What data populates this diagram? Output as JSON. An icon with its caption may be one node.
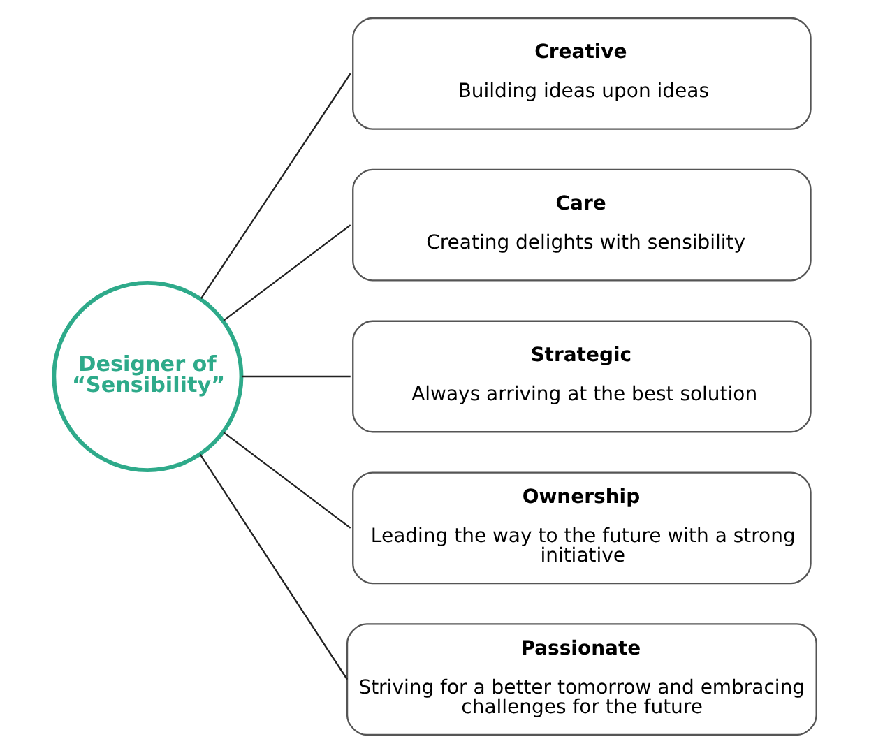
{
  "diagram": {
    "nodes": [
      {
        "text": [
          "Designer of “Sensibility”"
        ]
      },
      {
        "text": [
          "Creative",
          "Building ideas upon ideas"
        ]
      },
      {
        "text": [
          "Care",
          "Creating delights with sensibility"
        ]
      },
      {
        "text": [
          "Strategic",
          "Always arriving at the best solution"
        ]
      },
      {
        "text": [
          "Ownership",
          "Leading the way to the future with a strong initiative"
        ]
      },
      {
        "text": [
          "Passionate",
          "Striving for a better tomorrow and embracing challenges for the future"
        ]
      }
    ],
    "edges": [
      {
        "from": 0,
        "to": 1,
        "arrow": "none"
      },
      {
        "from": 0,
        "to": 2,
        "arrow": "none"
      },
      {
        "from": 0,
        "to": 3,
        "arrow": "none"
      },
      {
        "from": 0,
        "to": 4,
        "arrow": "none"
      },
      {
        "from": 0,
        "to": 5,
        "arrow": "none"
      }
    ]
  }
}
